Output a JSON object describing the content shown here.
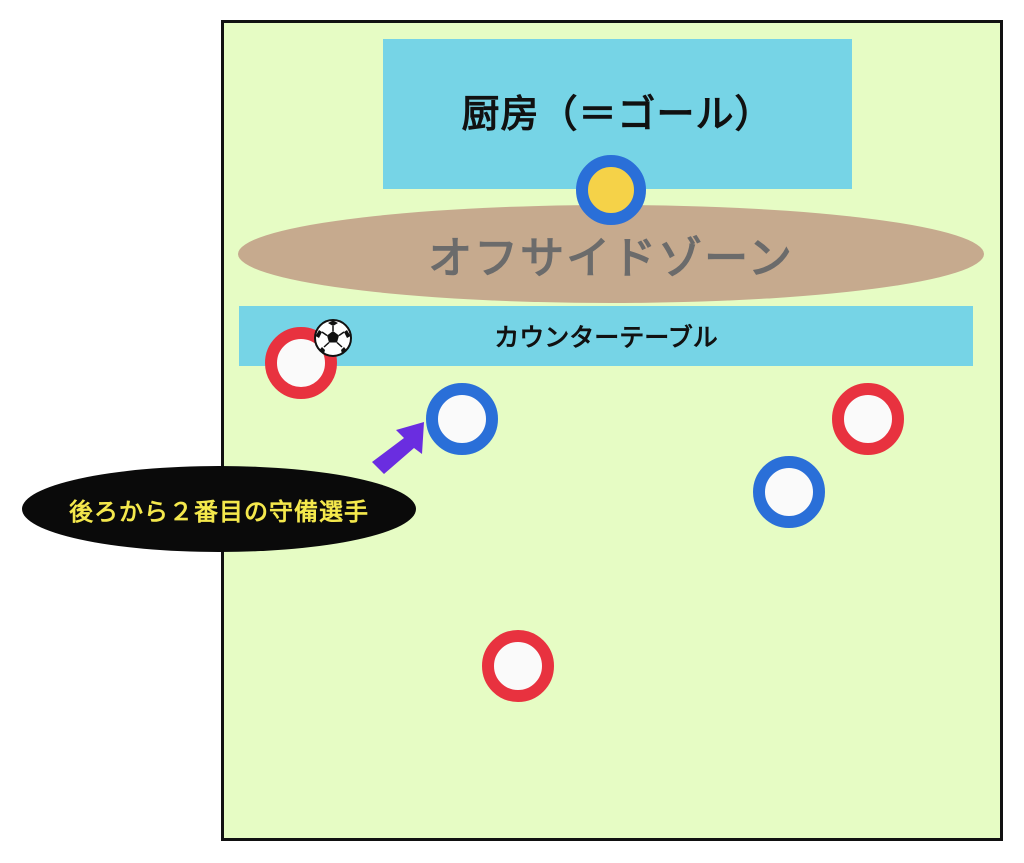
{
  "diagram": {
    "kitchen_label": "厨房（＝ゴール）",
    "offside_label": "オフサイドゾーン",
    "counter_label": "カウンターテーブル",
    "callout_label": "後ろから２番目の守備選手",
    "colors": {
      "field": "#e6fcc4",
      "kitchen": "#76d4e6",
      "offside_zone": "#c6aa8e",
      "red_team": "#e8323f",
      "blue_team": "#2a6fd8",
      "keeper_fill": "#f5d248",
      "callout_bg": "#0a0a0a",
      "callout_text": "#f4e84c",
      "arrow": "#6a2de0"
    },
    "icons": [
      "soccer-ball-icon",
      "arrow-icon"
    ]
  }
}
